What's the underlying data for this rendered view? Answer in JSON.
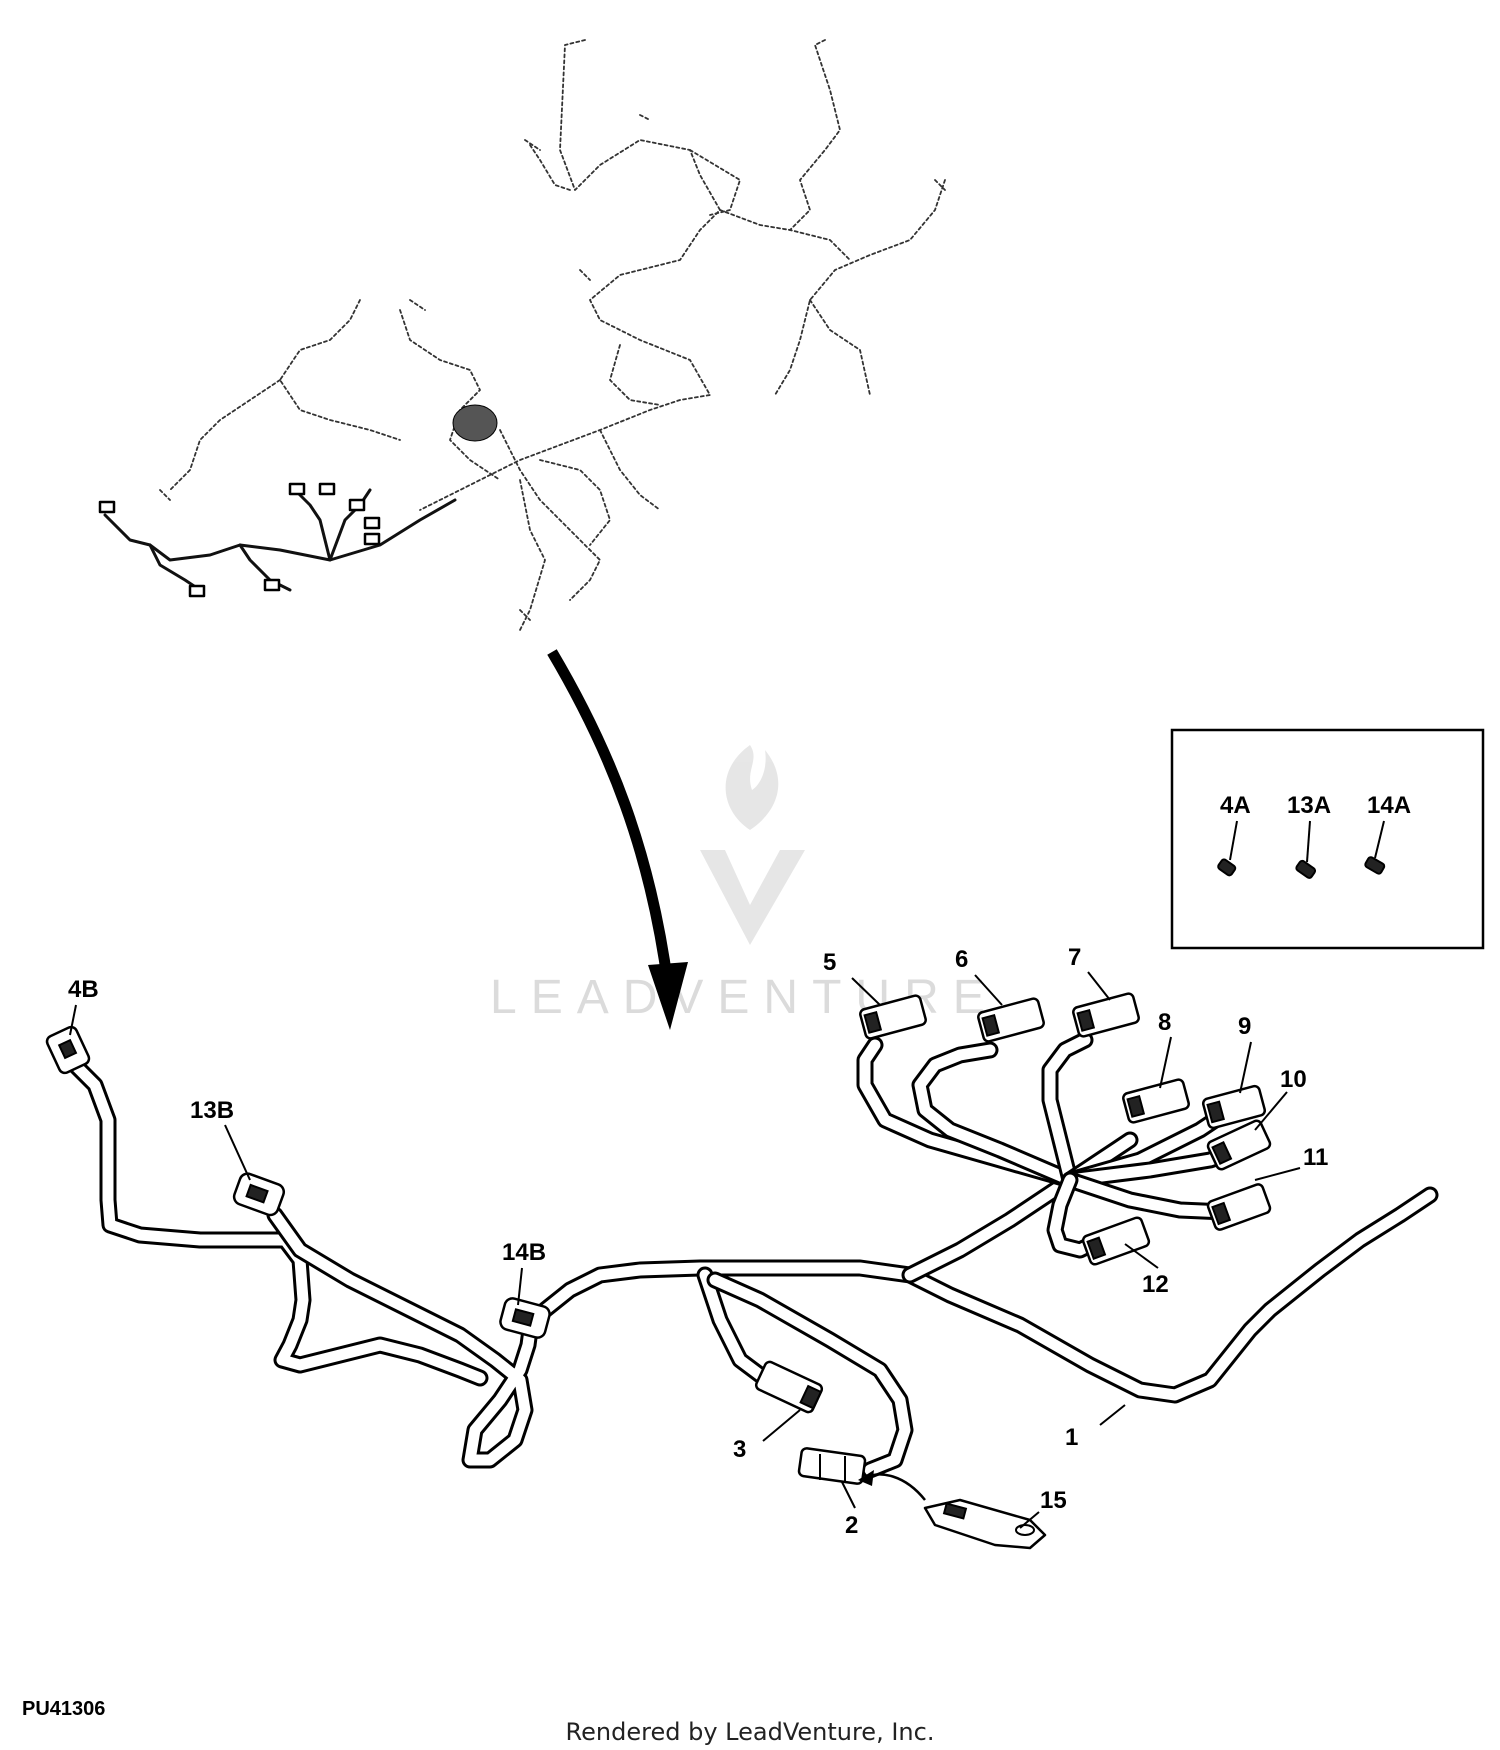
{
  "figure": {
    "code": "PU41306",
    "credit": "Rendered by LeadVenture, Inc.",
    "watermark": "LEADVENTURE"
  },
  "inset": {
    "labels": [
      "4A",
      "13A",
      "14A"
    ]
  },
  "callouts": {
    "c1": "1",
    "c2": "2",
    "c3": "3",
    "c4b": "4B",
    "c5": "5",
    "c6": "6",
    "c7": "7",
    "c8": "8",
    "c9": "9",
    "c10": "10",
    "c11": "11",
    "c12": "12",
    "c13b": "13B",
    "c14b": "14B",
    "c15": "15"
  }
}
